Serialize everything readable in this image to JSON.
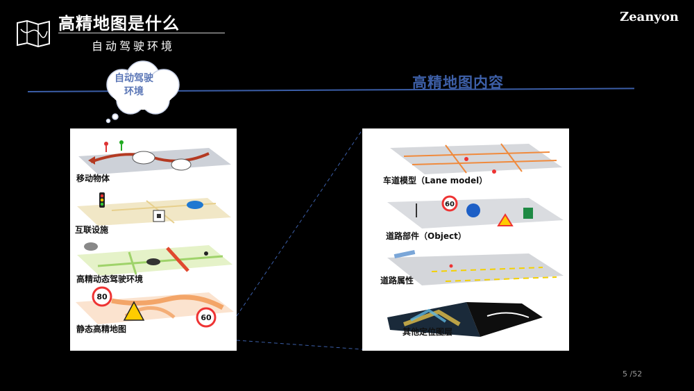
{
  "header": {
    "title": "高精地图是什么",
    "subtitle": "自动驾驶环境",
    "brand": "Zeanyon"
  },
  "cloud": {
    "line1": "自动驾驶",
    "line2": "环境"
  },
  "section": {
    "title": "高精地图内容"
  },
  "left_panel": {
    "layers": [
      {
        "label": "移动物体",
        "icon": "moving-car-icon"
      },
      {
        "label": "互联设施",
        "icon": "traffic-light-icon"
      },
      {
        "label": "高精动态驾驶环境",
        "icon": "weather-cloud-icon"
      },
      {
        "label": "静态高精地图",
        "icon": "speed-limit-sign-icon"
      }
    ],
    "signs": {
      "speed_top": "80",
      "speed_bottom": "60"
    }
  },
  "right_panel": {
    "layers": [
      {
        "label": "车道模型（Lane model）",
        "icon": "lane-grid-icon"
      },
      {
        "label": "道路部件（Object）",
        "icon": "road-sign-icon"
      },
      {
        "label": "道路属性",
        "icon": "road-attribute-icon"
      },
      {
        "label": "其他定位图层",
        "icon": "pointcloud-icon"
      }
    ],
    "signs": {
      "speed": "60"
    }
  },
  "footer": {
    "page": "5 /52"
  },
  "colors": {
    "accent_blue": "#3d5fa7",
    "rule_blue": "#3b5ea8",
    "cloud_text": "#5a76b6",
    "road_red": "#e0492f",
    "lane_orange": "#f08a3c"
  }
}
